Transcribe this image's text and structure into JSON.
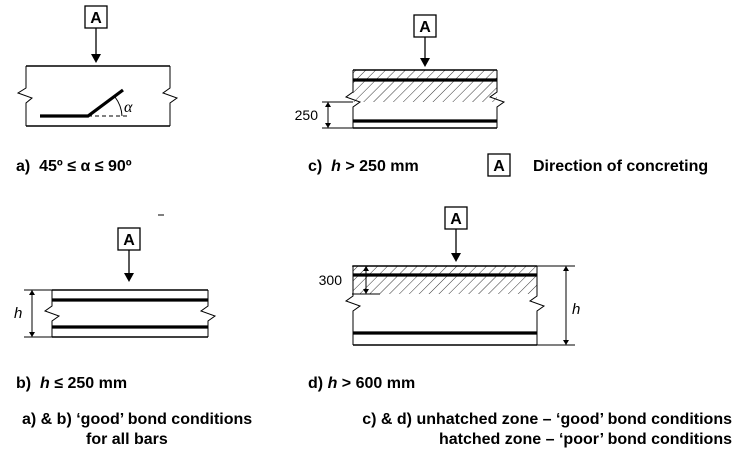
{
  "direction_marker": "A",
  "panel_a": {
    "caption_prefix": "a)",
    "caption_range": "45º ≤ α ≤ 90º",
    "angle_label": "α"
  },
  "panel_b": {
    "caption_prefix": "b)",
    "caption_var": "h",
    "caption_condition": "≤ 250 mm",
    "dim_label": "h"
  },
  "panel_c": {
    "caption_prefix": "c)",
    "caption_var": "h",
    "caption_condition": "> 250 mm",
    "dim_value": "250"
  },
  "panel_d": {
    "caption_prefix": "d)",
    "caption_var": "h",
    "caption_condition": "> 600 mm",
    "dim_value": "300",
    "dim_label": "h"
  },
  "legend": {
    "marker": "A",
    "text": "Direction of concreting"
  },
  "notes": {
    "left_line1": "a) & b) ‘good’ bond conditions",
    "left_line2": "for all bars",
    "right_line1": "c) & d) unhatched zone – ‘good’ bond conditions",
    "right_line2": "hatched zone – ‘poor’ bond conditions"
  }
}
